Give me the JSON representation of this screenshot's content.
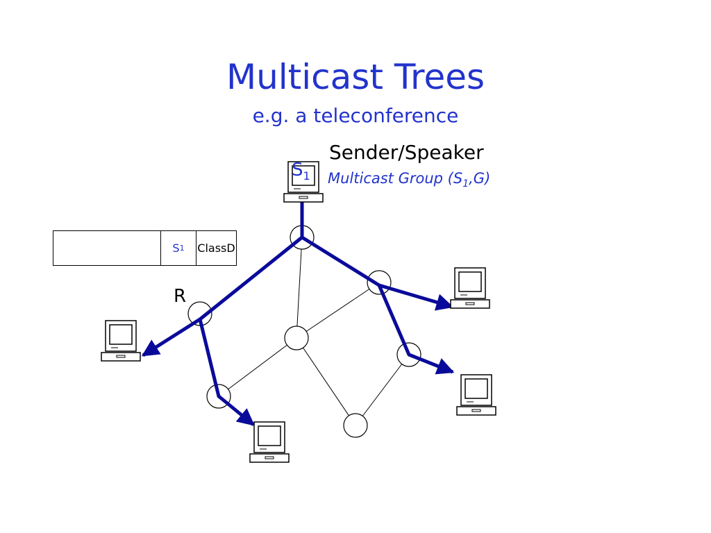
{
  "title": "Multicast Trees",
  "subtitle": "e.g. a teleconference",
  "sender_label": "Sender/Speaker",
  "group_label": {
    "prefix": "Multicast Group (",
    "s": "S",
    "sub": "1",
    "suffix": ",G)"
  },
  "source_host": {
    "s": "S",
    "sub": "1"
  },
  "packet_header": {
    "field2_s": "S",
    "field2_sub": "1",
    "field3_line1": "Class",
    "field3_line2": "D"
  },
  "router_label": "R",
  "colors": {
    "title": "#2233cc",
    "tree": "#0a0a9a",
    "link": "#000000"
  }
}
